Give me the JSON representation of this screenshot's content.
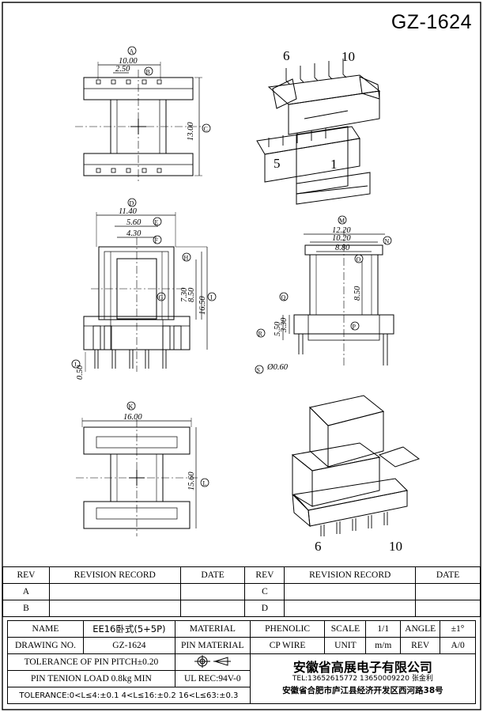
{
  "drawing_number": "GZ-1624",
  "views": {
    "top": {
      "dims": [
        "10.00",
        "2.50",
        "13.00"
      ],
      "callouts": [
        "A",
        "B",
        "C"
      ]
    },
    "iso_top": {
      "pins": [
        "6",
        "10",
        "5",
        "1"
      ]
    },
    "front": {
      "dims": [
        "11.40",
        "5.60",
        "4.30",
        "7.30",
        "8.50",
        "16.50",
        "0.50"
      ],
      "callouts": [
        "D",
        "E",
        "F",
        "H",
        "G",
        "I",
        "J"
      ]
    },
    "side": {
      "dims": [
        "12.20",
        "10.20",
        "8.80",
        "8.50",
        "5.50",
        "3.30",
        "Ø0.60"
      ],
      "callouts": [
        "M",
        "N",
        "O",
        "Q",
        "R",
        "P",
        "S"
      ]
    },
    "bottom": {
      "dims": [
        "16.00",
        "15.60"
      ],
      "callouts": [
        "K",
        "L"
      ]
    },
    "iso_bottom": {
      "pins": [
        "6",
        "10"
      ]
    }
  },
  "revision": {
    "headers": [
      "REV",
      "REVISION RECORD",
      "DATE",
      "REV",
      "REVISION RECORD",
      "DATE"
    ],
    "rows": [
      [
        "A",
        "",
        "",
        "C",
        "",
        ""
      ],
      [
        "B",
        "",
        "",
        "D",
        "",
        ""
      ]
    ]
  },
  "title_block": {
    "name_label": "NAME",
    "name_value": "EE16卧式(5+5P)",
    "material_label": "MATERIAL",
    "material_value": "PHENOLIC",
    "scale_label": "SCALE",
    "scale_value": "1/1",
    "angle_label": "ANGLE",
    "angle_value": "±1°",
    "drawing_no_label": "DRAWING NO.",
    "drawing_no_value": "GZ-1624",
    "pin_material_label": "PIN MATERIAL",
    "pin_material_value": "CP WIRE",
    "unit_label": "UNIT",
    "unit_value": "m/m",
    "rev_label": "REV",
    "rev_value": "A/0",
    "pitch_tolerance": "TOLERANCE OF PIN PITCH±0.20",
    "pin_load": "PIN TENION LOAD 0.8kg MIN",
    "ul_rec": "UL REC:94V-0",
    "general_tolerance": "TOLERANCE:0<L≤4:±0.1  4<L≤16:±0.2  16<L≤63:±0.3",
    "company": "安徽省高展电子有限公司",
    "contact": "TEL:13652615772 13650009220 张金利",
    "address": "安徽省合肥市庐江县经济开发区西河路38号"
  }
}
